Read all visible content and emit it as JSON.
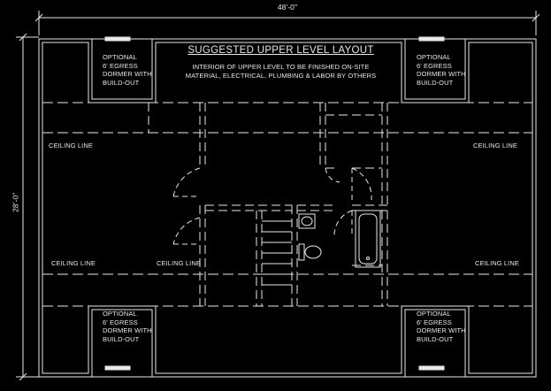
{
  "plan": {
    "title": "SUGGESTED UPPER LEVEL LAYOUT",
    "note_line1": "INTERIOR OF UPPER LEVEL TO BE FINISHED ON-SITE",
    "note_line2": "MATERIAL, ELECTRICAL, PLUMBING & LABOR BY OTHERS",
    "width_dimension": "48'-0\"",
    "depth_dimension": "28'-0\"",
    "dormer_note": [
      "OPTIONAL",
      "6' EGRESS",
      "DORMER WITH",
      "BUILD-OUT"
    ],
    "ceiling_line_label": "CEILING LINE"
  },
  "colors": {
    "background": "#000000",
    "linework": "#e8e8e8"
  }
}
